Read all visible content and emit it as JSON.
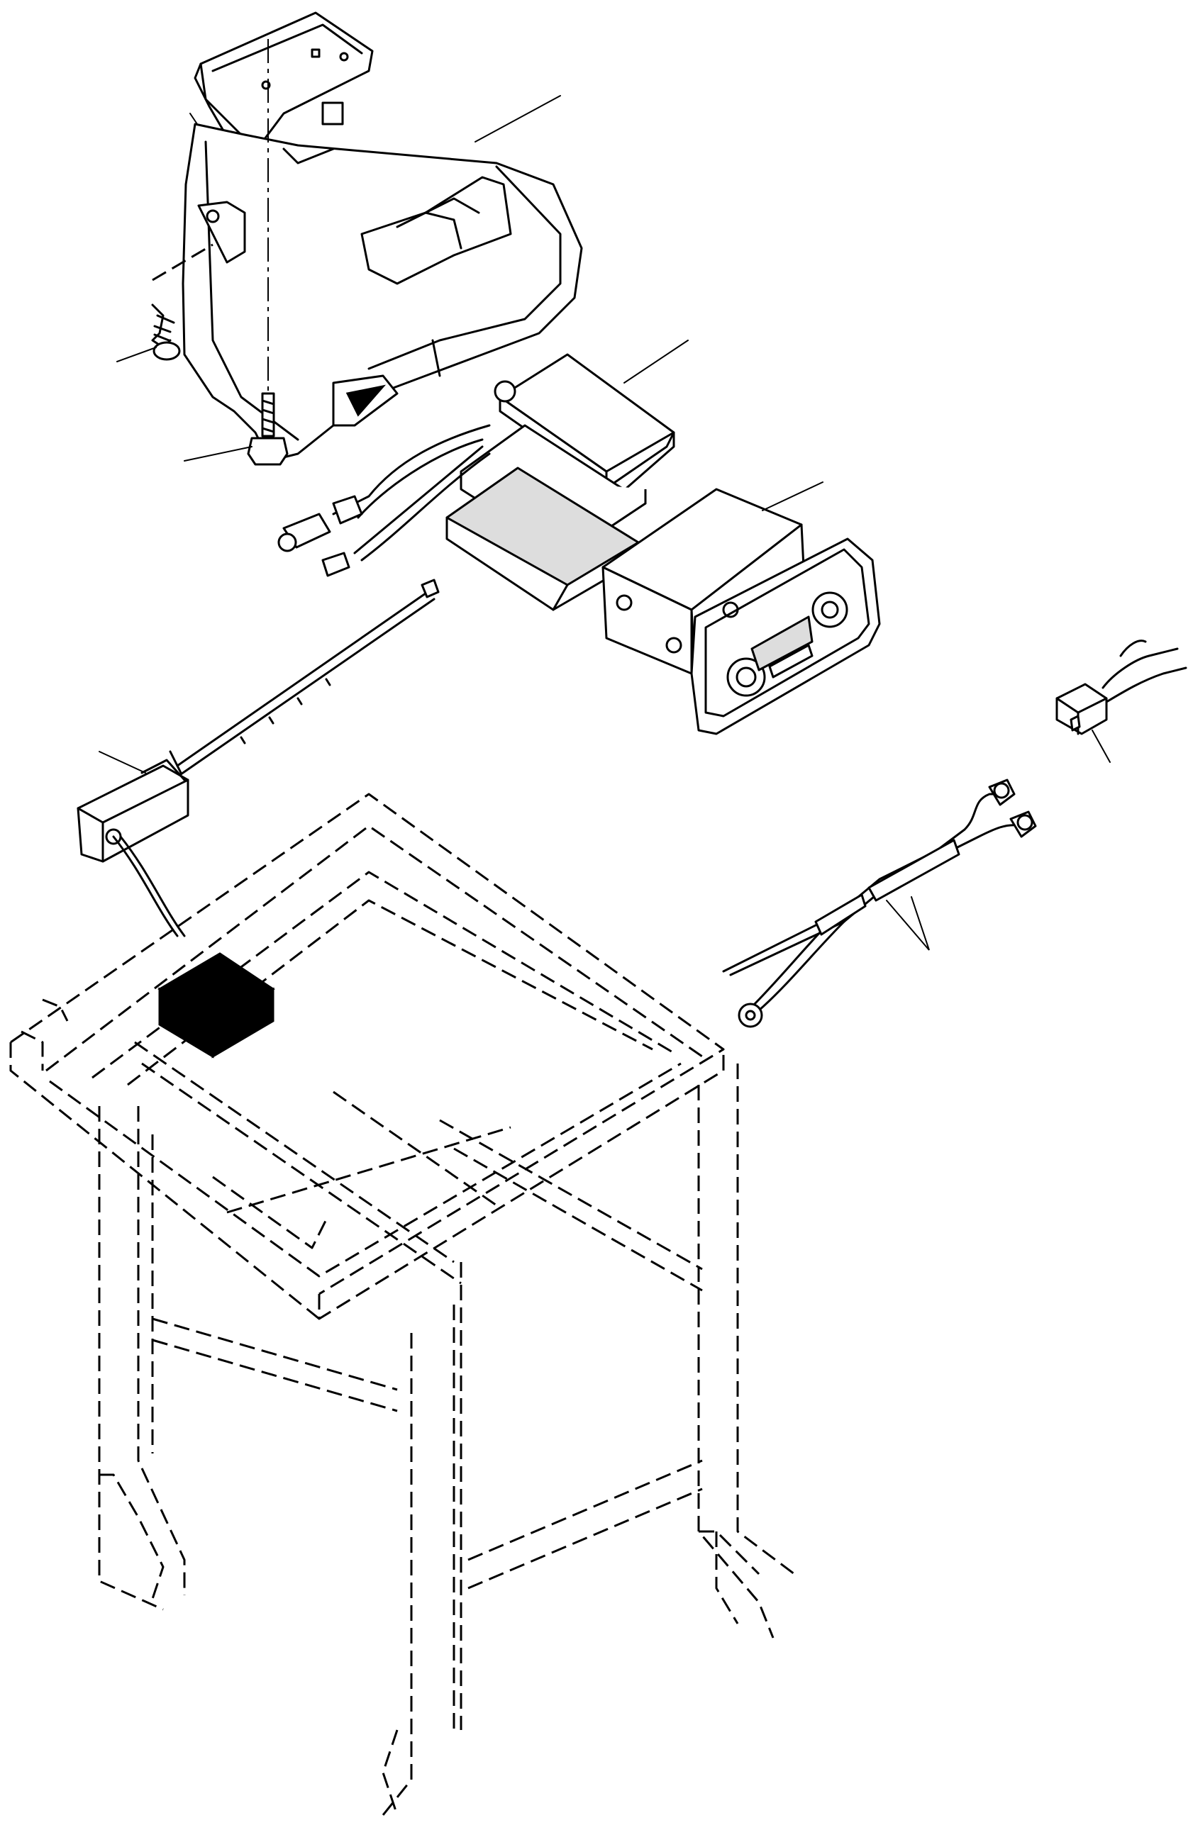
{
  "diagram": {
    "kind": "exploded-parts-view",
    "components": [
      "console-cover",
      "tapping-screw",
      "bolt",
      "mounting-bracket",
      "speaker",
      "radio",
      "antenna",
      "connector",
      "wiring-harness",
      "cab-frame"
    ]
  }
}
